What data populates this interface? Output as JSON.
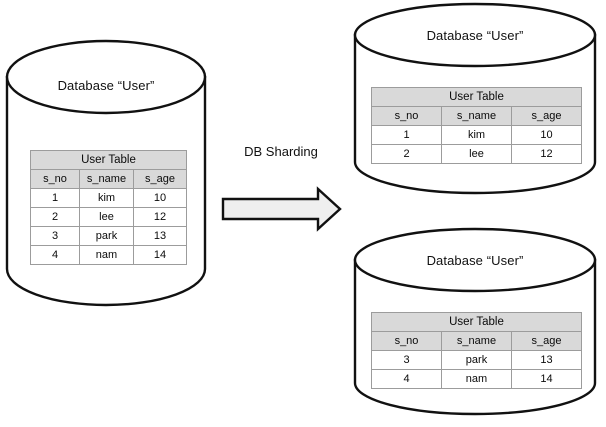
{
  "diagram": {
    "title_text": "DB Sharding",
    "arrow_icon": "right-arrow-icon",
    "colors": {
      "stroke": "#111111",
      "header_fill": "#d9d9d9",
      "cell_border": "#9c9c9c",
      "arrow_fill": "#efefef",
      "background": "#ffffff"
    }
  },
  "source_db": {
    "label": "Database “User”",
    "table": {
      "title": "User Table",
      "columns": [
        "s_no",
        "s_name",
        "s_age"
      ],
      "rows": [
        [
          "1",
          "kim",
          "10"
        ],
        [
          "2",
          "lee",
          "12"
        ],
        [
          "3",
          "park",
          "13"
        ],
        [
          "4",
          "nam",
          "14"
        ]
      ]
    }
  },
  "shard_top": {
    "label": "Database “User”",
    "table": {
      "title": "User Table",
      "columns": [
        "s_no",
        "s_name",
        "s_age"
      ],
      "rows": [
        [
          "1",
          "kim",
          "10"
        ],
        [
          "2",
          "lee",
          "12"
        ]
      ]
    }
  },
  "shard_bottom": {
    "label": "Database “User”",
    "table": {
      "title": "User Table",
      "columns": [
        "s_no",
        "s_name",
        "s_age"
      ],
      "rows": [
        [
          "3",
          "park",
          "13"
        ],
        [
          "4",
          "nam",
          "14"
        ]
      ]
    }
  }
}
